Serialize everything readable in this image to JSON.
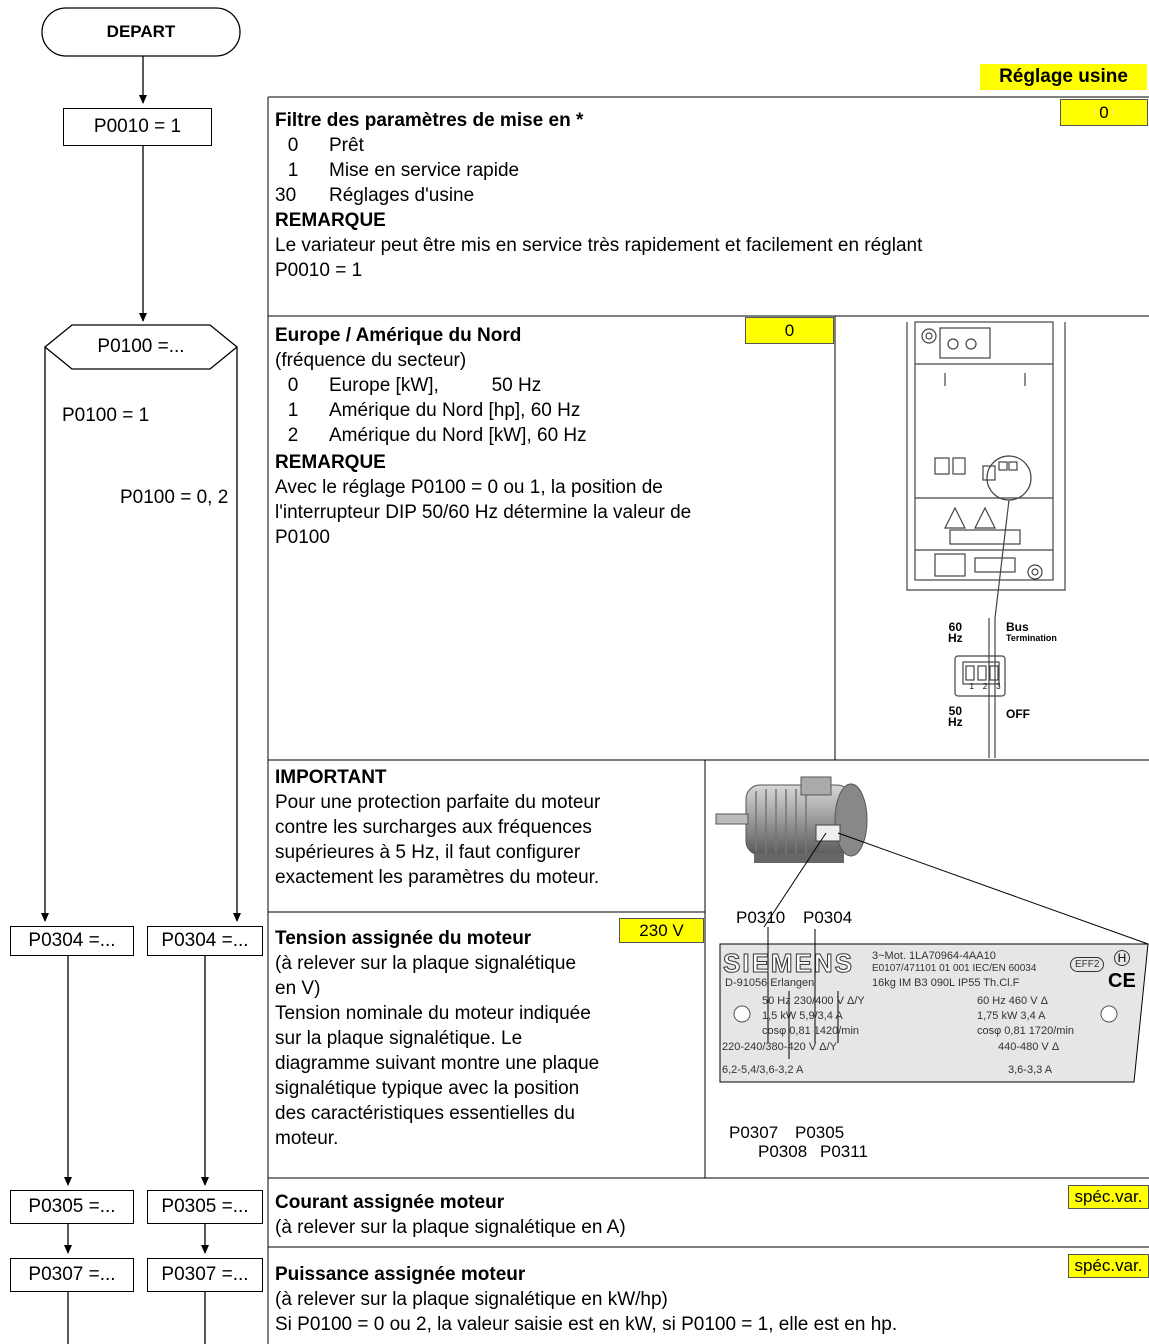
{
  "flow": {
    "start": "DEPART",
    "p0010": "P0010 = 1",
    "p0100_decision": "P0100 =...",
    "branch_1": "P0100 = 1",
    "branch_02": "P0100 = 0, 2",
    "p0304_left": "P0304 =...",
    "p0304_right": "P0304 =...",
    "p0305_left": "P0305 =...",
    "p0305_right": "P0305 =...",
    "p0307_left": "P0307 =...",
    "p0307_right": "P0307 =..."
  },
  "factory_setting_header": "Réglage usine",
  "sections": {
    "p0010": {
      "title": "Filtre des paramètres de mise en *",
      "default": "0",
      "options": [
        {
          "num": "0",
          "label": "Prêt"
        },
        {
          "num": "1",
          "label": "Mise en service rapide"
        },
        {
          "num": "30",
          "label": "Réglages d'usine"
        }
      ],
      "note_title": "REMARQUE",
      "note_line1": "Le variateur peut être mis en service très rapidement et facilement en réglant",
      "note_line2": "P0010 = 1"
    },
    "p0100": {
      "title": "Europe / Amérique du Nord",
      "default": "0",
      "subtitle": "(fréquence du secteur)",
      "options": [
        {
          "num": "0",
          "label": "Europe [kW],          50 Hz"
        },
        {
          "num": "1",
          "label": "Amérique du Nord [hp], 60 Hz"
        },
        {
          "num": "2",
          "label": "Amérique du Nord [kW], 60 Hz"
        }
      ],
      "note_title": "REMARQUE",
      "note_lines": [
        "Avec le réglage P0100 = 0 ou 1, la position de",
        "l'interrupteur DIP 50/60 Hz détermine la valeur de",
        "P0100"
      ],
      "dip": {
        "hz60": "60",
        "hz60_unit": "Hz",
        "bus": "Bus",
        "termination": "Termination",
        "hz50": "50",
        "hz50_unit": "Hz",
        "off": "OFF",
        "switch_nums": [
          "1",
          "2",
          "3"
        ]
      }
    },
    "important": {
      "title": "IMPORTANT",
      "lines": [
        "Pour une protection parfaite du moteur",
        "contre les surcharges aux fréquences",
        "supérieures à 5 Hz, il faut configurer",
        "exactement les paramètres du moteur."
      ]
    },
    "p0304": {
      "title": "Tension assignée du moteur",
      "default": "230 V",
      "lines": [
        "(à relever sur la plaque signalétique",
        "en V)",
        "Tension nominale du moteur indiquée",
        "sur la plaque signalétique. Le",
        "diagramme suivant montre une plaque",
        "signalétique typique avec la position",
        "des caractéristiques essentielles du",
        "moteur."
      ]
    },
    "p0305": {
      "title": "Courant assignée moteur",
      "default": "spéc.var.",
      "line": "(à relever sur la plaque signalétique en A)"
    },
    "p0307": {
      "title": "Puissance assignée moteur",
      "default": "spéc.var.",
      "line1": "(à relever sur la plaque signalétique en kW/hp)",
      "line2": "Si P0100 = 0 ou 2, la valeur saisie est en kW, si P0100 = 1, elle est en hp."
    }
  },
  "nameplate": {
    "callouts_top": [
      "P0310",
      "P0304"
    ],
    "callouts_bottom_a": [
      "P0307",
      "P0305"
    ],
    "callouts_bottom_b": [
      "P0308",
      "P0311"
    ],
    "brand": "SIEMENS",
    "lines": [
      "3~Mot.    1LA70964-4AA10",
      "E0107/471101  01 001 IEC/EN 60034",
      "D-91056 Erlangen",
      "16kg   IM B3   090L   IP55   Th.Cl.F",
      "50 Hz 230/400 V Δ/Y",
      "60 Hz  460 V Δ",
      "1,5 kW 5,9/3,4 A",
      "1,75 kW  3,4 A",
      "cosφ 0,81    1420/min",
      "cosφ 0,81   1720/min",
      "220-240/380-420 V   Δ/Y",
      "440-480 V Δ",
      "6,2-5,4/3,6-3,2 A",
      "3,6-3,3 A"
    ],
    "eff": "EFF2",
    "ce": "CE",
    "h": "H"
  }
}
